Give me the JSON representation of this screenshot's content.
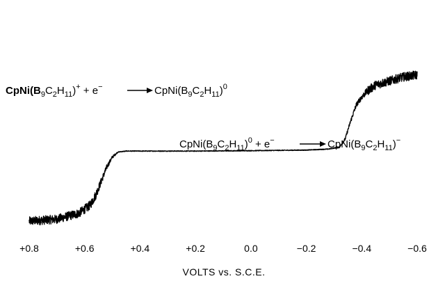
{
  "chart_data": {
    "type": "line",
    "title": "",
    "xlabel": "VOLTS vs. S.C.E.",
    "ylabel": "",
    "x_reversed": true,
    "xlim": [
      0.83,
      -0.65
    ],
    "x_ticks": [
      0.8,
      0.6,
      0.4,
      0.2,
      0.0,
      -0.2,
      -0.4,
      -0.6
    ],
    "x_tick_labels": [
      "+0.8",
      "+0.6",
      "+0.4",
      "+0.2",
      "0.0",
      "−0.2",
      "−0.4",
      "−0.6"
    ],
    "grid": false,
    "noise": "heavy at both ends, minimal on plateau",
    "series": [
      {
        "x": [
          0.8,
          0.7,
          0.62,
          0.58,
          0.56,
          0.54,
          0.52,
          0.5,
          0.48,
          0.45,
          0.4,
          0.2,
          0.0,
          -0.2,
          -0.28,
          -0.32,
          -0.34,
          -0.36,
          -0.38,
          -0.4,
          -0.42,
          -0.45,
          -0.5,
          -0.55,
          -0.6
        ],
        "y": [
          0.0,
          0.01,
          0.04,
          0.08,
          0.13,
          0.2,
          0.27,
          0.32,
          0.345,
          0.35,
          0.35,
          0.35,
          0.352,
          0.355,
          0.36,
          0.37,
          0.41,
          0.5,
          0.58,
          0.62,
          0.65,
          0.68,
          0.7,
          0.72,
          0.73
        ],
        "color": "#000000"
      }
    ],
    "annotations": [
      {
        "id": "first_wave",
        "text": "CpNi(B9C2H11)+ + e− → CpNi(B9C2H11)0",
        "parts": {
          "lhs_prefix": "CpNi(B",
          "lhs_s1": "9",
          "lhs_mid": "C",
          "lhs_s2": "2",
          "lhs_mid2": "H",
          "lhs_s3": "11",
          "lhs_close": ")",
          "lhs_charge": "+",
          "plus_e": " + e",
          "e_charge": "−",
          "rhs_prefix": "CpNi(B",
          "rhs_s1": "9",
          "rhs_mid": "C",
          "rhs_s2": "2",
          "rhs_mid2": "H",
          "rhs_s3": "11",
          "rhs_close": ")",
          "rhs_charge": "0"
        }
      },
      {
        "id": "second_wave",
        "text": "CpNi(B9C2H11)0 + e− → CpNi(B9C2H11)−",
        "parts": {
          "lhs_prefix": "CpNi(B",
          "lhs_s1": "9",
          "lhs_mid": "C",
          "lhs_s2": "2",
          "lhs_mid2": "H",
          "lhs_s3": "11",
          "lhs_close": ")",
          "lhs_charge": "0",
          "plus_e": " + e",
          "e_charge": "−",
          "rhs_prefix": "CpNi(B",
          "rhs_s1": "9",
          "rhs_mid": "C",
          "rhs_s2": "2",
          "rhs_mid2": "H",
          "rhs_s3": "11",
          "rhs_close": ")",
          "rhs_charge": "−"
        }
      }
    ]
  }
}
